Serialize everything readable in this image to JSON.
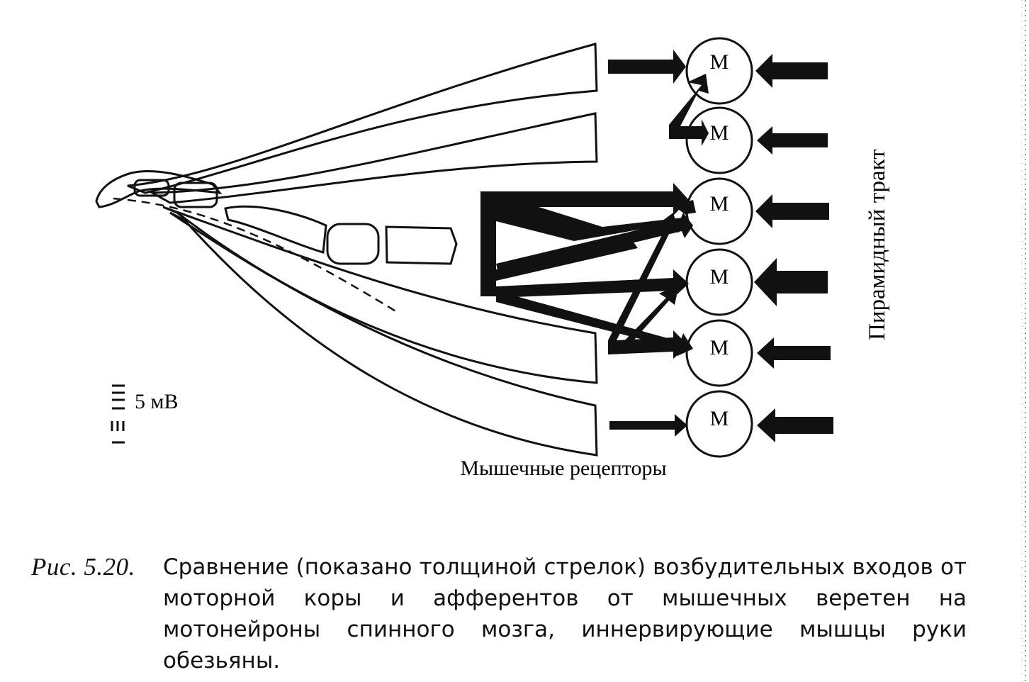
{
  "diagram": {
    "neuron_label": "M",
    "motoneurons": [
      "M",
      "M",
      "M",
      "M",
      "M",
      "M"
    ],
    "muscle_receptors_label": "Мышечные рецепторы",
    "pyramidal_tract_label": "Пирамидный тракт",
    "scale_label": "5 мВ"
  },
  "caption": {
    "figure_number": "Рис. 5.20.",
    "text": "Сравнение (показано толщиной стрелок) возбудительных входов от моторной коры и афферентов от мышечных веретен на мотонейроны спинного мозга, иннервирующие мышцы руки обезьяны."
  },
  "colors": {
    "ink": "#111111",
    "paper": "#ffffff"
  }
}
